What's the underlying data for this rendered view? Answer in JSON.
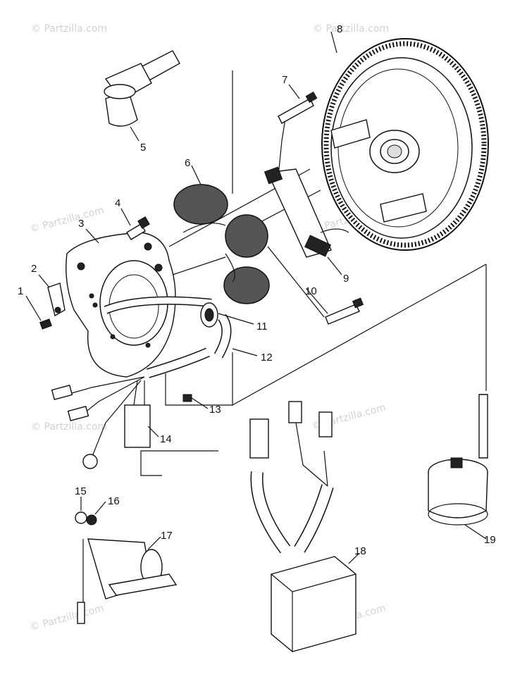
{
  "watermark": "© Partzilla.com",
  "labels": [
    "1",
    "2",
    "3",
    "4",
    "5",
    "6",
    "7",
    "8",
    "9",
    "10",
    "11",
    "12",
    "13",
    "14",
    "15",
    "16",
    "17",
    "18",
    "19"
  ]
}
